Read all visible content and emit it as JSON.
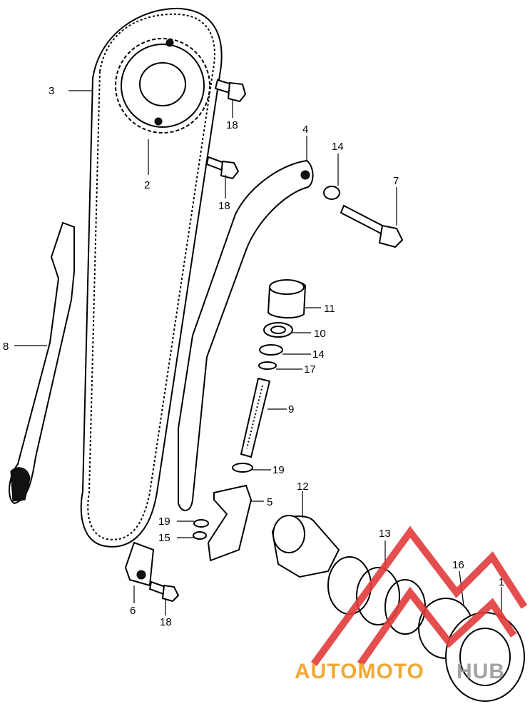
{
  "diagram": {
    "callouts": [
      {
        "id": "p1",
        "text": "1"
      },
      {
        "id": "p2",
        "text": "2"
      },
      {
        "id": "p3",
        "text": "3"
      },
      {
        "id": "p4",
        "text": "4"
      },
      {
        "id": "p5",
        "text": "5"
      },
      {
        "id": "p6",
        "text": "6"
      },
      {
        "id": "p7",
        "text": "7"
      },
      {
        "id": "p8",
        "text": "8"
      },
      {
        "id": "p9",
        "text": "9"
      },
      {
        "id": "p10",
        "text": "10"
      },
      {
        "id": "p11",
        "text": "11"
      },
      {
        "id": "p12",
        "text": "12"
      },
      {
        "id": "p13",
        "text": "13"
      },
      {
        "id": "p14a",
        "text": "14"
      },
      {
        "id": "p14b",
        "text": "14"
      },
      {
        "id": "p15",
        "text": "15"
      },
      {
        "id": "p16",
        "text": "16"
      },
      {
        "id": "p17",
        "text": "17"
      },
      {
        "id": "p18a",
        "text": "18"
      },
      {
        "id": "p18b",
        "text": "18"
      },
      {
        "id": "p18c",
        "text": "18"
      },
      {
        "id": "p19a",
        "text": "19"
      },
      {
        "id": "p19b",
        "text": "19"
      }
    ]
  },
  "watermark": {
    "text_left": "AUTOMOTO",
    "text_right": "HUB",
    "color_primary": "#f0a020",
    "color_secondary": "#9a9a9a",
    "logo_color": "#e23b3b"
  }
}
